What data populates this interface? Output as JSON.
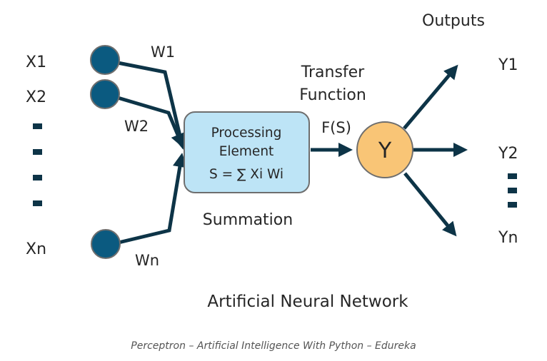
{
  "diagram": {
    "title": "Artificial Neural Network",
    "caption": "Perceptron – Artificial Intelligence With Python – Edureka",
    "inputs": {
      "labels": [
        "X1",
        "X2",
        "Xn"
      ],
      "ellipsis_count": 4
    },
    "weights": [
      "W1",
      "W2",
      "Wn"
    ],
    "processing_element": {
      "line1": "Processing",
      "line2": "Element",
      "formula": "S = ∑ Xi Wi"
    },
    "summation_label": "Summation",
    "transfer_function": {
      "line1": "Transfer",
      "line2": "Function",
      "symbol": "F(S)"
    },
    "output_node": {
      "label": "Y"
    },
    "outputs": {
      "heading": "Outputs",
      "labels": [
        "Y1",
        "Y2",
        "Yn"
      ],
      "ellipsis_count": 3
    },
    "colors": {
      "input_node": "#0b5a80",
      "node_border": "#6e6e6e",
      "edge": "#0d3447",
      "processing_fill": "#bde4f6",
      "output_fill": "#f9c576",
      "text": "#262626",
      "caption": "#555555"
    }
  }
}
